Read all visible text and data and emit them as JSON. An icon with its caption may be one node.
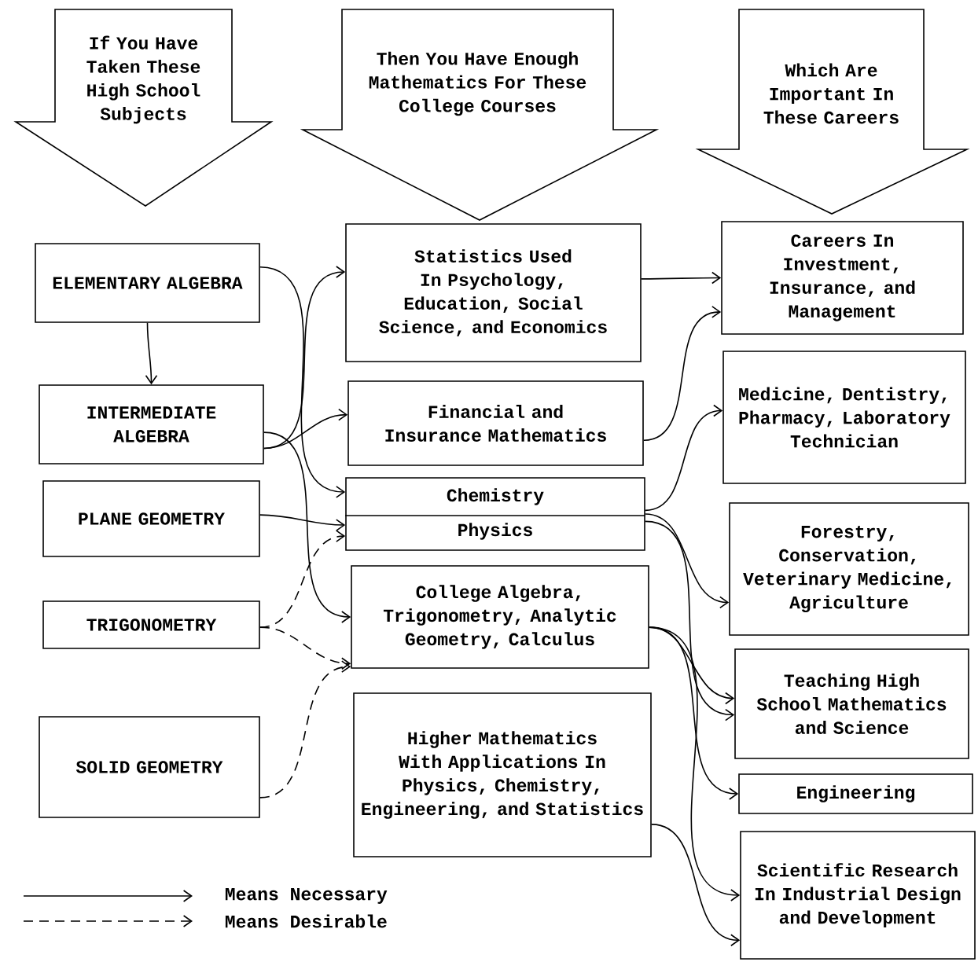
{
  "diagram": {
    "nodes": [
      {
        "text": [
          "If You Have Taken These High School Subjects"
        ]
      },
      {
        "text": [
          "Then You Have Enough Mathematics For These College Courses"
        ]
      },
      {
        "text": [
          "Which Are Important In These Careers"
        ]
      },
      {
        "text": [
          "ELEMENTARY ALGEBRA"
        ]
      },
      {
        "text": [
          "INTERMEDIATE ALGEBRA"
        ]
      },
      {
        "text": [
          "PLANE GEOMETRY"
        ]
      },
      {
        "text": [
          "TRIGONOMETRY"
        ]
      },
      {
        "text": [
          "SOLID GEOMETRY"
        ]
      },
      {
        "text": [
          "Statistics Used In Psychology, Education, Social Science, and Economics"
        ]
      },
      {
        "text": [
          "Financial and Insurance Mathematics"
        ]
      },
      {
        "text": [
          "Chemistry",
          "Physics"
        ]
      },
      {
        "text": [
          "College Algebra, Trigonometry, Analytic Geometry, Calculus"
        ]
      },
      {
        "text": [
          "Higher Mathematics With Applications In Physics, Chemistry, Engineering, and Statistics"
        ]
      },
      {
        "text": [
          "Careers In Investment, Insurance, and Management"
        ]
      },
      {
        "text": [
          "Medicine, Dentistry, Pharmacy, Laboratory Technician"
        ]
      },
      {
        "text": [
          "Forestry, Conservation, Veterinary Medicine, Agriculture"
        ]
      },
      {
        "text": [
          "Teaching High School Mathematics and Science"
        ]
      },
      {
        "text": [
          "Engineering"
        ]
      },
      {
        "text": [
          "Scientific Research In Industrial Design and Development"
        ]
      }
    ],
    "edges": [
      {
        "from": 3,
        "to": 4,
        "arrow": "to"
      },
      {
        "from": 3,
        "to": 10,
        "arrow": "to"
      },
      {
        "from": 4,
        "to": 8,
        "arrow": "to"
      },
      {
        "from": 4,
        "to": 9,
        "arrow": "to"
      },
      {
        "from": 4,
        "to": 11,
        "arrow": "to"
      },
      {
        "from": 5,
        "to": 10,
        "arrow": "to"
      },
      {
        "from": 6,
        "to": 10,
        "arrow": "to",
        "style": "dashed"
      },
      {
        "from": 6,
        "to": 11,
        "arrow": "to",
        "style": "dashed"
      },
      {
        "from": 7,
        "to": 11,
        "arrow": "to",
        "style": "dashed"
      },
      {
        "from": 8,
        "to": 13,
        "arrow": "to"
      },
      {
        "from": 9,
        "to": 13,
        "arrow": "to"
      },
      {
        "from": 10,
        "to": 14,
        "arrow": "to"
      },
      {
        "from": 10,
        "to": 15,
        "arrow": "to"
      },
      {
        "from": 10,
        "to": 16,
        "arrow": "to"
      },
      {
        "from": 11,
        "to": 16,
        "arrow": "to"
      },
      {
        "from": 11,
        "to": 17,
        "arrow": "to"
      },
      {
        "from": 11,
        "to": 18,
        "arrow": "to"
      },
      {
        "from": 12,
        "to": 18,
        "arrow": "to"
      }
    ],
    "legend": [
      {
        "text": "Means Necessary"
      },
      {
        "text": "Means Desirable"
      }
    ]
  }
}
